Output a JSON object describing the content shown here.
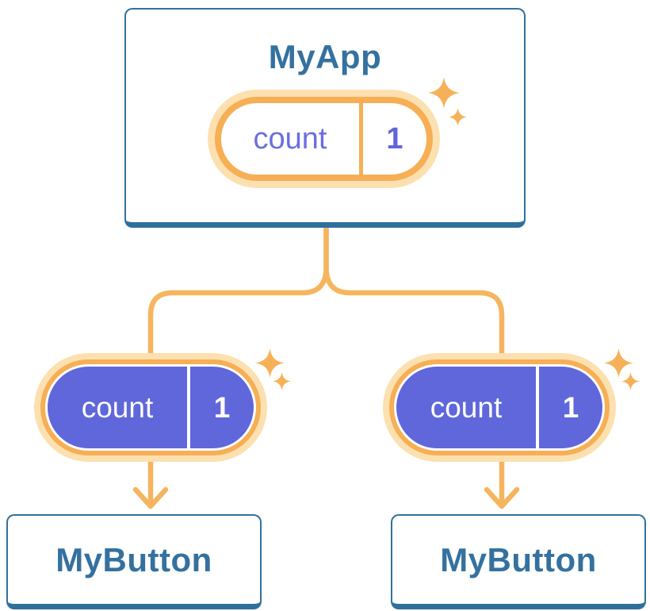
{
  "diagram": {
    "root": {
      "title": "MyApp",
      "state": {
        "label": "count",
        "value": "1"
      }
    },
    "children": [
      {
        "title": "MyButton",
        "prop": {
          "label": "count",
          "value": "1"
        }
      },
      {
        "title": "MyButton",
        "prop": {
          "label": "count",
          "value": "1"
        }
      }
    ],
    "colors": {
      "card_border_blue": "#31719E",
      "card_border_bottom_blue": "#2F6F9C",
      "card_text_blue": "#35719F",
      "connector_orange": "#F5B55F",
      "ring_orange": "#F6AF55",
      "halo_light_orange": "#FDE0B0",
      "pill_purple": "#5F67DA",
      "state_text_purple": "#6B6FE0",
      "pill_text_white": "#FFFFFF"
    }
  }
}
